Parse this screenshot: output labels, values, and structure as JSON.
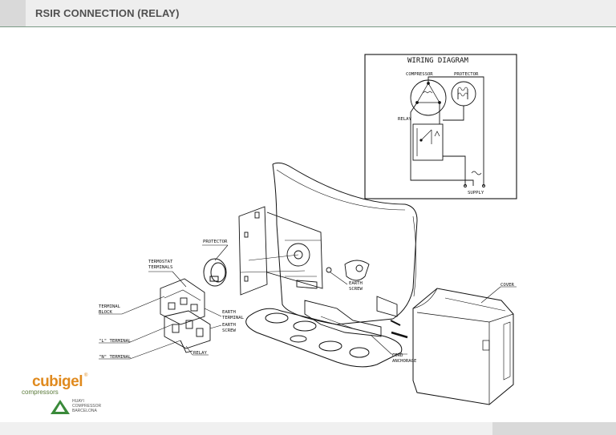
{
  "header": {
    "title": "RSIR CONNECTION (RELAY)"
  },
  "wiring_diagram": {
    "title": "WIRING DIAGRAM",
    "labels": {
      "compressor": "COMPRESSOR",
      "protector": "PROTECTOR",
      "relay": "RELAY",
      "supply": "SUPPLY"
    }
  },
  "callouts": {
    "protector": "PROTECTOR",
    "termostat_1": "TERMOSTAT",
    "termostat_2": "TERMINALS",
    "terminal_block_1": "TERMINAL",
    "terminal_block_2": "BLOCK",
    "l_terminal": "\"L\" TERMINAL",
    "n_terminal": "\"N\" TERMINAL",
    "relay": "RELAY",
    "earth_screw_1": "EARTH",
    "earth_screw_2": "SCREW",
    "earth_terminal_1": "EARTH",
    "earth_terminal_2": "TERMINAL",
    "earth_terminal_3": "EARTH",
    "earth_terminal_4": "SCREW",
    "cover": "COVER",
    "cord_anchorage_1": "CORD",
    "cord_anchorage_2": "ANCHORAGE"
  },
  "logo": {
    "brand": "cubigel",
    "reg": "®",
    "sub": "compressors",
    "company_1": "HUAYI",
    "company_2": "COMPRESSOR",
    "company_3": "BARCELONA",
    "brand_color": "#e08a1e",
    "accent_color": "#3a8a3a"
  }
}
